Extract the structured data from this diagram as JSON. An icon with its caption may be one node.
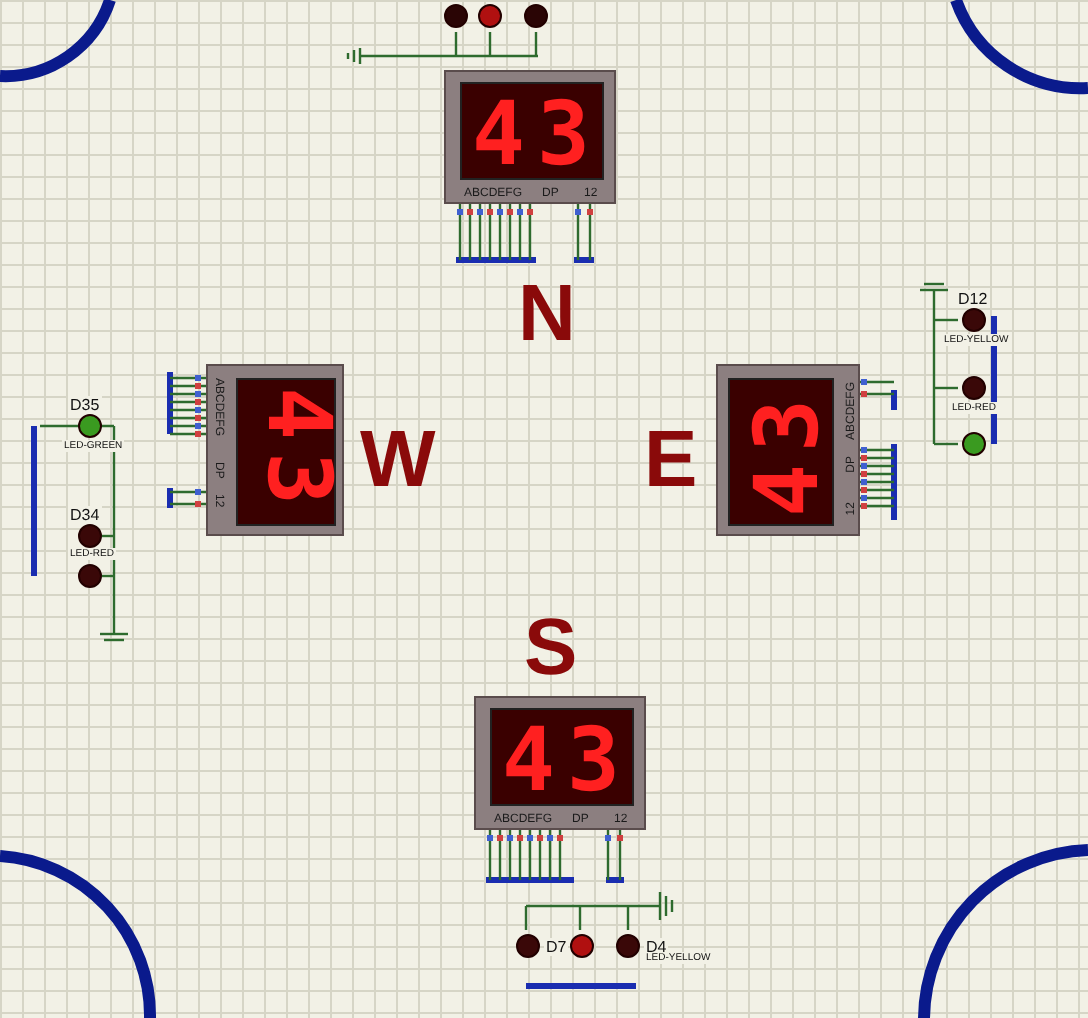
{
  "diagram": {
    "nodes": [
      {
        "text": [
          "43",
          "ABCDEFG",
          "DP",
          "12"
        ]
      },
      {
        "text": [
          "43",
          "ABCDEFG",
          "DP",
          "12"
        ]
      },
      {
        "text": [
          "43",
          "ABCDEFG",
          "DP",
          "12"
        ]
      },
      {
        "text": [
          "43",
          "ABCDEFG",
          "DP",
          "12"
        ]
      },
      {
        "text": [],
        "shape": "circle"
      },
      {
        "text": [],
        "shape": "circle"
      },
      {
        "text": [],
        "shape": "circle"
      },
      {
        "text": [],
        "shape": "circle",
        "beside": [
          "D35",
          "LED-GREEN"
        ]
      },
      {
        "text": [],
        "shape": "circle",
        "beside": [
          "D34",
          "LED-RED"
        ]
      },
      {
        "text": [],
        "shape": "circle"
      },
      {
        "text": [],
        "shape": "circle",
        "beside": [
          "D12",
          "LED-YELLOW"
        ]
      },
      {
        "text": [],
        "shape": "circle",
        "beside": [
          "LED-RED"
        ]
      },
      {
        "text": [],
        "shape": "circle"
      },
      {
        "text": [],
        "shape": "circle",
        "beside": [
          "D7"
        ]
      },
      {
        "text": [],
        "shape": "circle"
      },
      {
        "text": [],
        "shape": "circle",
        "beside": [
          "D4",
          "LED-YELLOW"
        ]
      }
    ],
    "labels": [
      "N",
      "W",
      "E",
      "S"
    ]
  }
}
